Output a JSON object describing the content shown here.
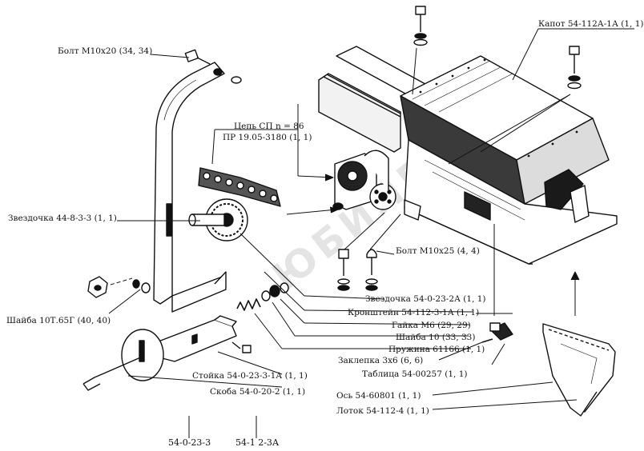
{
  "watermark": "ЮБИЛЕЙ",
  "labels": {
    "bolt_m10x20": "Болт М10х20 (34, 34)",
    "kapot": "Капот 54-112А-1А (1, 1)",
    "chain_1": "Цепь СП n = 86",
    "chain_2": "ПР 19.05-3180 (1, 1)",
    "sprocket_44": "Звездочка 44-8-3-3 (1, 1)",
    "bolt_m10x25": "Болт М10х25 (4, 4)",
    "washer_10t": "Шайба 10Т.65Г (40, 40)",
    "sprocket_54": "Звездочка 54-0-23-2А (1, 1)",
    "bracket": "Кронштейн 54-112-3-1А (1, 1)",
    "nut_m6": "Гайка М6 (29, 29)",
    "washer_10": "Шайба 10 (33, 33)",
    "spring": "Пружина 61166 (1, 1)",
    "rivet": "Заклепка 3х6 (6, 6)",
    "plate": "Таблица 54-00257 (1, 1)",
    "stand": "Стойка 54-0-23-3-1А (1, 1)",
    "clamp": "Скоба 54-0-20-2 (1, 1)",
    "axle": "Ось 54-60801 (1, 1)",
    "tray": "Лоток 54-112-4 (1, 1)"
  },
  "codes": {
    "left": "54-0-23-3",
    "right": "54-1 2-3А"
  }
}
